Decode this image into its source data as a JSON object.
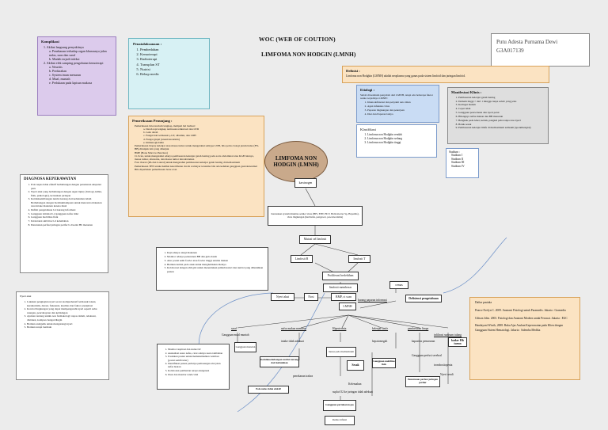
{
  "header": {
    "title": "WOC (WEB OF COUTION)",
    "subtitle": "LIMFOMA NON HODGIN (LMNH)"
  },
  "author": {
    "name": "Putu Adesta Purnama Dewi",
    "nim": "G3A017139"
  },
  "center": {
    "label": "LIMFOMA NON HODGIN (LMNH)"
  },
  "komplikasi": {
    "title": "Komplikasi",
    "items": [
      "1. Akibat langsung penyakitnya",
      "a. Penekanan terhadap organ khususnya jalan nafas, usus dan saraf",
      "b. Mudah terjadi infeksi",
      "2. Akibat efek samping pengobatan kemoterapi",
      "a. Neuritis",
      "b. Perdarahan",
      "c. System imun menurun",
      "d. Mual, muntah",
      "e. Perlukaan pada lapisan mukosa"
    ]
  },
  "penatalaksanaan": {
    "title": "Penatalaksanaan :",
    "items": [
      "Pembedahan",
      "Kemoterapi",
      "Radioterapi",
      "Transplan ST",
      "Nutrisi",
      "Rehap medic"
    ]
  },
  "definisi": {
    "title": "Definisi :",
    "text": "Limfoma non Hodgkin (LMNH) adalah neoplasma yang ganas pada sistem limfoid dan jaringan limfoid."
  },
  "etiologi": {
    "title": "Etiologi :",
    "intro": "Sebab di ketahuin penyebab dari LMNH, tetapi ada beberapa faktor resiko terjadinya LMNH :",
    "items": [
      "Imunodefisiensi dan penyakit auto imun",
      "Agen infeksius virus",
      "Paparan lingkungan dan pekerjaan",
      "Diet dan Paparan lainya"
    ]
  },
  "manifestasi": {
    "title": "Manifestasi Klinis :",
    "items": [
      "Pembesaran kelenjar getah bening",
      "Demam tinggi > dari 1 minggu tanpa sebab yang jelas",
      "Keringat malam",
      "Cepat lelah",
      "Gangguan pencernaan dan nyeri perut",
      "Hilangnya nafsu makan dan BB menurun",
      "Bengkak pada leher, ketiak, pangkal paha tanpa rasa nyeri",
      "Batuk sesak",
      "Pembesaran kelenjar limfe di mediastinum sumsum (sponmiengial)"
    ]
  },
  "klasifikasi": {
    "title": "Klasifikasi",
    "items": [
      "Limfoma non Hodgkin rendah",
      "Limfoma non Hodgkin sedang",
      "Limfoma non Hodgkin tinggi"
    ]
  },
  "stadium": {
    "title": "Stadium :",
    "items": [
      "Stadium I",
      "Stadium II",
      "Stadium III",
      "Stadium IV"
    ]
  },
  "pemeriksaan": {
    "title": "Pemeriksaan Penunjang :",
    "items": [
      "Pemeriksaan laboratorium lengkap, meliputi hal berikut:",
      "a. Darah tepi lengkap termasuk retikulosit dan LED",
      "b. Gula darah",
      "c. Fungsi hati termasuk γ-GT, albumin, dan LDH",
      "d. Fungsi ginjal (ureum kreatinin)",
      "e. Immunoglobulin",
      "Pemeriksaan biopsy kelenjar atau massa tumor untuk mengetahui subtype LNH, bila perlu ciologi jarum halus (FN-BB) ditunjuk lain yang ditunjuk",
      "BMP (Bone Marrow Puncture)",
      "Ct-Scan, untuk mengetahui adanya pembesaran kelenjar getah bening pada aorta abdominal atau KGB lainnya, massa tumor, efusioma, dan massa tumor intraabdomen",
      "Foto thorax (PA dan Lateral) untuk mengetahui pembesaran kelenjar getah bening di mediastinum",
      "Pemeriksaan THT untuk melihat keterlibatan cincin waldeyer terutama bila ada keluhan gangguan gastrointestinal",
      "Bila diperlukan pemeriksaan bone scan"
    ]
  },
  "diagnosa": {
    "title": "DIAGNOSA KEPERAWATAN",
    "items": [
      "Pola napas tidak efektif berhubungan dengan penurunan ekspansi paru",
      "Nyeri akut yang berhubungan dengan Agen injury (biologi, kimia, fisik, psikologis), kerusakan jaringan",
      "Ketidakseimbangan nutrisi kurang dari kebutuhan tubuh Berhubungan dengan Ketidakmampuan untuk mencerna makanan atau intake makanan karena mual",
      "Defisit pengetahuan b.d kurang informasi",
      "Gangguan istirahat b.d gangguan nafsu tidur",
      "Gangguan mobilitas fisik",
      "Intoleransi aktivitas b.d kelemahan",
      "Penurunan perfusi jaringan perifer b.d kadar Hb menurun"
    ]
  },
  "intervensi_kiri": {
    "title": "Nyeri akut",
    "items": [
      "Lakukan pengkajian nyeri secara komprehensif termasuk lokasi, karakteristik, durasi, frekuensi, kualitas dan faktor presipitasi",
      "Kontrol lingkungan yang dapat mempengaruhi nyeri seperti suhu ruangan, pencahayaan dan kebisingan",
      "Ajarkan tentang teknik non farmakologi: napas dalam, relaksasi, distraksi, kompres hangat/dingin",
      "Berikan analgetik untuk mengurangi nyeri",
      "Berikan terapi bermain"
    ]
  },
  "intervensi_tengah": {
    "items": [
      "Kaji adanya alergi makanan",
      "Monitor adanya penurunan BB dan gula darah",
      "Atur posisi semi fowler atau fowler tinggi selama makan",
      "Berikan nutrisi pada anak untuk menghabiskan dietnya",
      "Kolaborasi dengan ahli gizi untuk menentukan jumlah kalori dan nutrisi yang dibutuhkan pasien"
    ]
  },
  "intervensi_bawah": {
    "items": [
      "Monitor respirasi dan status O2",
      "Auskultasi suara nafas, catat adanya suara tambahan",
      "Posisikan pasien untuk memaksimalkan ventilasi (posisi semifowler)",
      "Identifikasi pasien perlunya pemasangan alat jalan nafas buatan",
      "Kolaborasi pemberian terapi oksigenasi",
      "Ukur dan monitor tanda vital"
    ]
  },
  "daftar_pustaka": {
    "title": "Daftar pustaka",
    "items": [
      "Pearce Evelyn C. 2009. Anatomi Fisiologi untuk Paramedis. Jakarta : Gramedia",
      "Gibson John. 2003. Fisiologi dan Anatomi Modern untuk Perawat. Jakarta : EGC",
      "Handayani Wiwik, 2008. Buku Ajar Asuhan Keperawatan pada Klien dengan Gangguan Sistem Hematologi. Jakarta : Salemba Medika"
    ]
  },
  "flow": {
    "karsinogen": "karsinogen",
    "kerusakan": "Kerusakan system imunitas seluler virus (HIV, EBV, HCV, Helicobacter Sp, Hepatitis), virus lingkungan (herbisida, pengawet, pewarna kimia)",
    "mutasi": "Mutasi sel limfosit",
    "limfosit_b": "Limfosit B",
    "limfosit_t": "limfosit T",
    "proliferasi": "Proliferasi berlebihan",
    "limfosit_membesar": "limfosit membesar",
    "nyeri_akut": "Nyeri akut",
    "nosi": "Nosi",
    "bmp": "BMP, ct scan",
    "cemas": "cemas",
    "defisiensi": "Defisiensi pengetahuan",
    "lmnh": "LMNH",
    "proses_penyakit": "kurang paparan informasi",
    "saraf": "saraf",
    "gangguan_mual": "Gangguan mual muntah",
    "tidak_nafsu": "nafsu makan menurun",
    "gangguan_menelan": "Gangguan menelan",
    "intake": "intake tidak adekuat",
    "ketidakseimbangan": "Ketidakseimbangan nutrisi kurang dari kebutuhan",
    "hipertiroid": "Hipertermia",
    "mediastinum": "massa pada mediastinum",
    "sesak": "Sesak",
    "penekanan": "penekanan trakea",
    "pola_nafas": "Pola nafas tidak efektif",
    "kelenjar": "kelenjar limfe",
    "hepatomegali": "hepatomegali",
    "pembesaran": "pembesaran limpa",
    "gangguan_mobilitas": "Gangguan mobilitas fisik",
    "kapasitas": "kapasitas penurunan",
    "sumsum": "infiltrasi sumsum tulang",
    "hb": "kadar Hb turun",
    "perfusi": "Penurunan perfusi jaringan perifer",
    "trombositopenia": "trombositopenia",
    "gangguan_kesadaran": "Gangguan perfusi serebral",
    "nyeri_sendi": "Nyeri sendi",
    "infeksi": "suplai O2 ke jaringan tidak adekuat",
    "kelelahan": "Kelemahan",
    "intoleransi": "Gangguan pertukaran gas",
    "risiko": "Resiko infeksi"
  }
}
